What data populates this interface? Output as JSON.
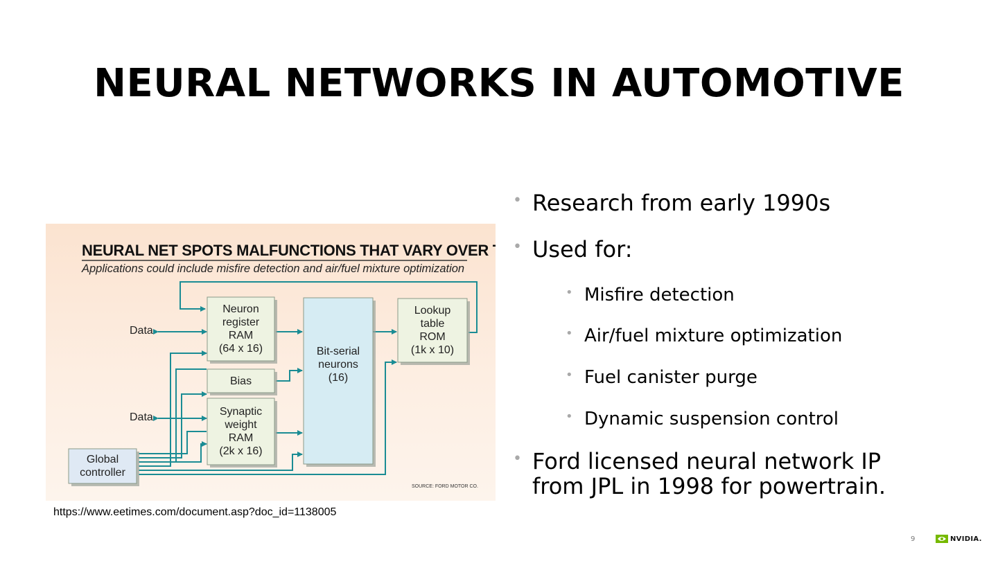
{
  "slide": {
    "title": "NEURAL NETWORKS IN AUTOMOTIVE",
    "page_number": "9",
    "logo_text": "NVIDIA."
  },
  "figure": {
    "heading": "NEURAL NET SPOTS MALFUNCTIONS THAT VARY OVER TIME",
    "subheading": "Applications could include misfire detection and air/fuel mixture optimization",
    "blocks": {
      "neuron_ram": "Neuron\nregister\nRAM\n(64 x 16)",
      "bias": "Bias",
      "synaptic_ram": "Synaptic\nweight\nRAM\n(2k x 16)",
      "global_controller": "Global\ncontroller",
      "bit_serial": "Bit-serial\nneurons\n(16)",
      "lookup_rom": "Lookup\ntable\nROM\n(1k x 10)"
    },
    "data_labels": [
      "Data",
      "Data"
    ],
    "source": "SOURCE: FORD MOTOR CO.",
    "colors": {
      "wire": "#1a8c94",
      "box_fill": "#eef3e2",
      "neuron_fill": "#d6ecf3",
      "controller_fill": "#dfe9f4"
    }
  },
  "caption_url": "https://www.eetimes.com/document.asp?doc_id=1138005",
  "bullets": [
    {
      "level": 1,
      "text": "Research from early 1990s"
    },
    {
      "level": 1,
      "text": "Used for:"
    },
    {
      "level": 2,
      "text": "Misfire detection"
    },
    {
      "level": 2,
      "text": "Air/fuel mixture optimization"
    },
    {
      "level": 2,
      "text": "Fuel canister purge"
    },
    {
      "level": 2,
      "text": "Dynamic suspension control"
    },
    {
      "level": 1,
      "text": "Ford licensed neural network IP"
    },
    {
      "level": 1,
      "text": "from JPL in 1998 for powertrain."
    }
  ]
}
